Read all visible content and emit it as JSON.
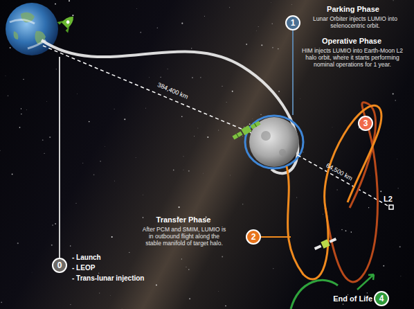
{
  "diagram": {
    "nodes": [
      {
        "text": [
          "0"
        ]
      },
      {
        "text": [
          "1"
        ]
      },
      {
        "text": [
          "2"
        ]
      },
      {
        "text": [
          "3"
        ]
      },
      {
        "text": [
          "4"
        ]
      }
    ],
    "labels": [
      "Parking Phase",
      "Lunar Orbiter injects LUMIO into selenocentric orbit.",
      "Operative Phase",
      "HIM injects LUMIO into Earth-Moon L2 halo orbit, where it starts performing nominal operations for 1 year.",
      "384,400 km",
      "64,500 km",
      "L2",
      "- Launch",
      "- LEOP",
      "- Trans-lunar injection",
      "Transfer Phase",
      "After PCM and SMIM, LUMIO is in outbound flight along the stable manifold of target halo.",
      "End of Life"
    ]
  }
}
